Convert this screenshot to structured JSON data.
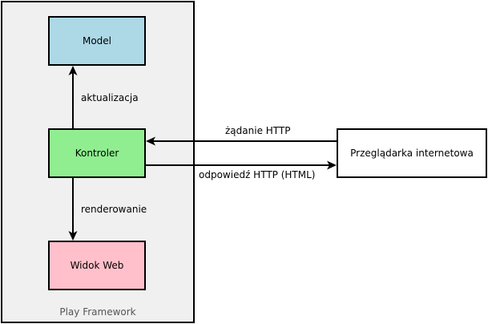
{
  "container": {
    "label": "Play Framework"
  },
  "nodes": {
    "model": {
      "label": "Model",
      "color": "#add8e6"
    },
    "controller": {
      "label": "Kontroler",
      "color": "#90ee90"
    },
    "view": {
      "label": "Widok Web",
      "color": "#ffc0cb"
    },
    "browser": {
      "label": "Przeglądarka internetowa",
      "color": "#ffffff"
    }
  },
  "edges": {
    "update": {
      "label": "aktualizacja"
    },
    "render": {
      "label": "renderowanie"
    },
    "request": {
      "label": "żądanie HTTP"
    },
    "response": {
      "label": "odpowiedź HTTP (HTML)"
    }
  }
}
